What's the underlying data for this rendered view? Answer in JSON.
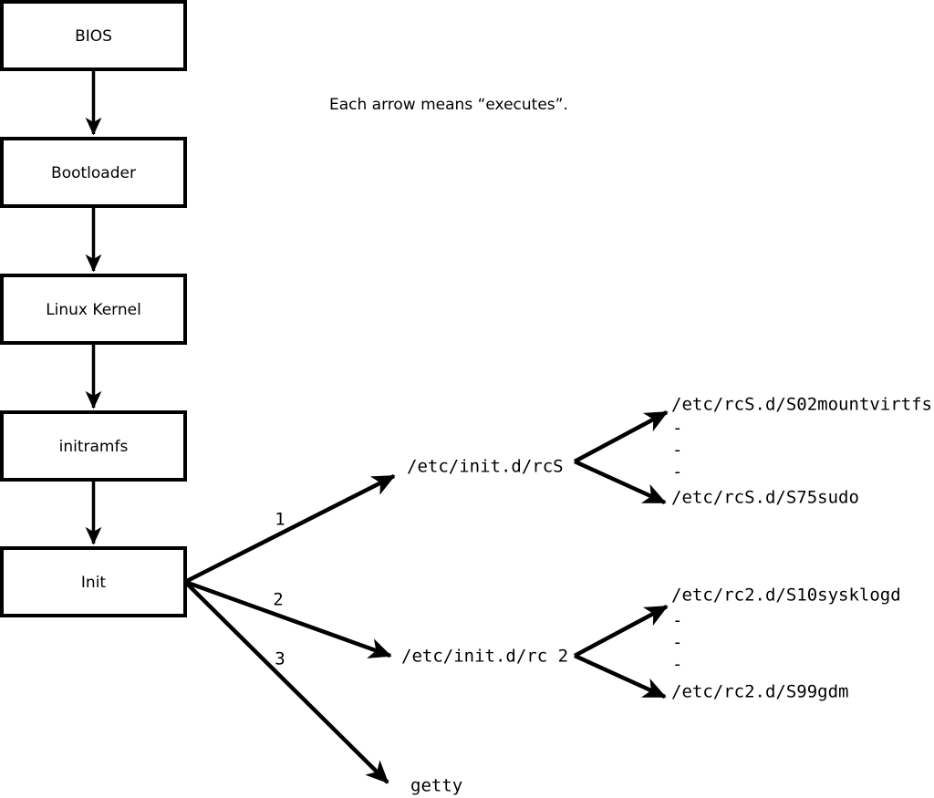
{
  "diagram": {
    "caption": "Each arrow means “executes”.",
    "boot_chain": [
      {
        "label": "BIOS"
      },
      {
        "label": "Bootloader"
      },
      {
        "label": "Linux Kernel"
      },
      {
        "label": "initramfs"
      },
      {
        "label": "Init"
      }
    ],
    "init_branches": [
      {
        "number": "1",
        "target": "/etc/init.d/rcS"
      },
      {
        "number": "2",
        "target": "/etc/init.d/rc 2"
      },
      {
        "number": "3",
        "target": "getty"
      }
    ],
    "rcs_scripts": {
      "first": "/etc/rcS.d/S02mountvirtfs",
      "last": "/etc/rcS.d/S75sudo",
      "ellipsis": [
        "-",
        "-",
        "-"
      ]
    },
    "rc2_scripts": {
      "first": "/etc/rc2.d/S10sysklogd",
      "last": "/etc/rc2.d/S99gdm",
      "ellipsis": [
        "-",
        "-",
        "-"
      ]
    },
    "colors": {
      "background": "#ffffff",
      "stroke": "#000000",
      "text": "#000000"
    }
  }
}
